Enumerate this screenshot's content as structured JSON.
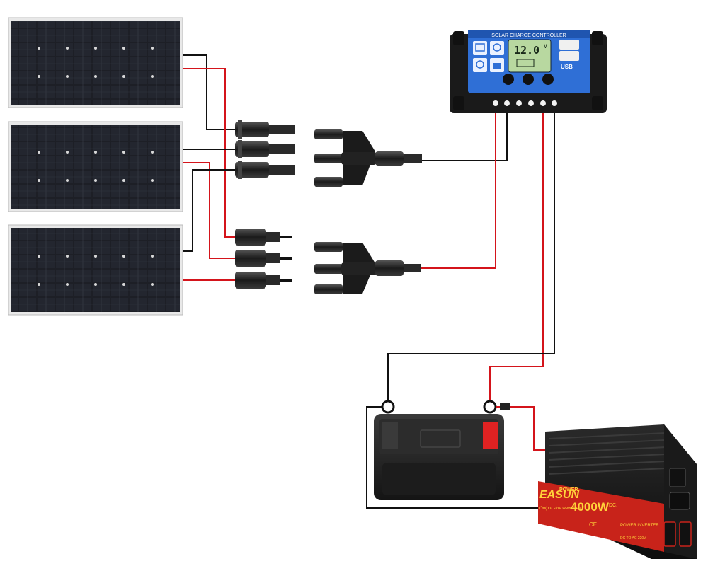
{
  "controller": {
    "title": "SOLAR CHARGE CONTROLLER",
    "display_value": "12.0",
    "display_unit": "V",
    "usb_label": "USB",
    "icons": [
      "panel-icon",
      "settings-icon",
      "clock-icon",
      "lock-icon"
    ]
  },
  "inverter": {
    "brand": "EASUN",
    "brand_sub": "POWER",
    "power_rating": "4000W",
    "subtitle": "Output sine waveform",
    "product_label": "POWER INVERTER",
    "dc_label": "DC:",
    "input_label": "DC TO AC 220V",
    "cert_marks": "CE"
  },
  "colors": {
    "wire_positive": "#d4141b",
    "wire_negative": "#111111",
    "controller_blue": "#2f6fd6",
    "inverter_red": "#c8231a",
    "battery_terminal_red": "#e02222"
  },
  "components": {
    "solar_panels": 3,
    "branch_connectors": 2
  }
}
